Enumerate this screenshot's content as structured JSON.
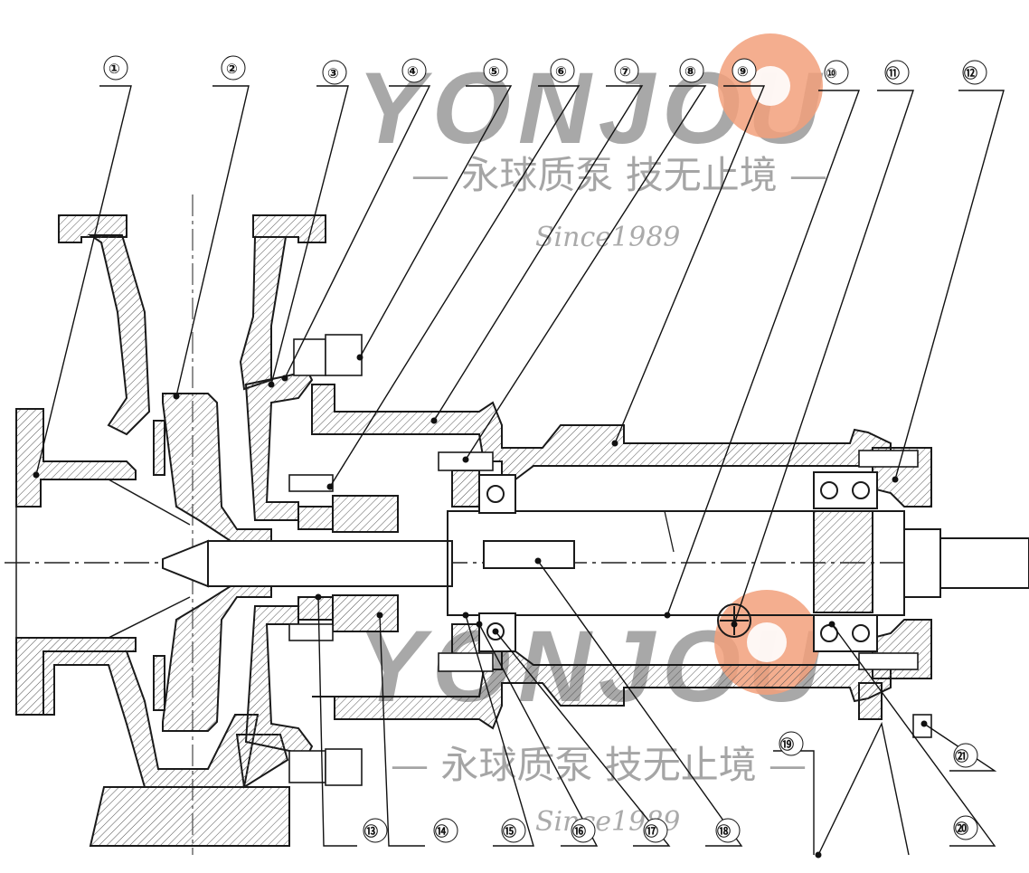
{
  "watermark": {
    "brand": "YONJOU",
    "slogan": "— 永球质泵 技无止境 —",
    "since": "Since1989",
    "brand_color": "#8c8c8c",
    "accent_color": "#f2a07b"
  },
  "callouts": [
    "①",
    "②",
    "③",
    "④",
    "⑤",
    "⑥",
    "⑦",
    "⑧",
    "⑨",
    "⑩",
    "⑪",
    "⑫",
    "⑬",
    "⑭",
    "⑮",
    "⑯",
    "⑰",
    "⑱",
    "⑲",
    "⑳",
    "㉑"
  ],
  "colors": {
    "line": "#1a1a1a",
    "hatch": "#555555"
  }
}
